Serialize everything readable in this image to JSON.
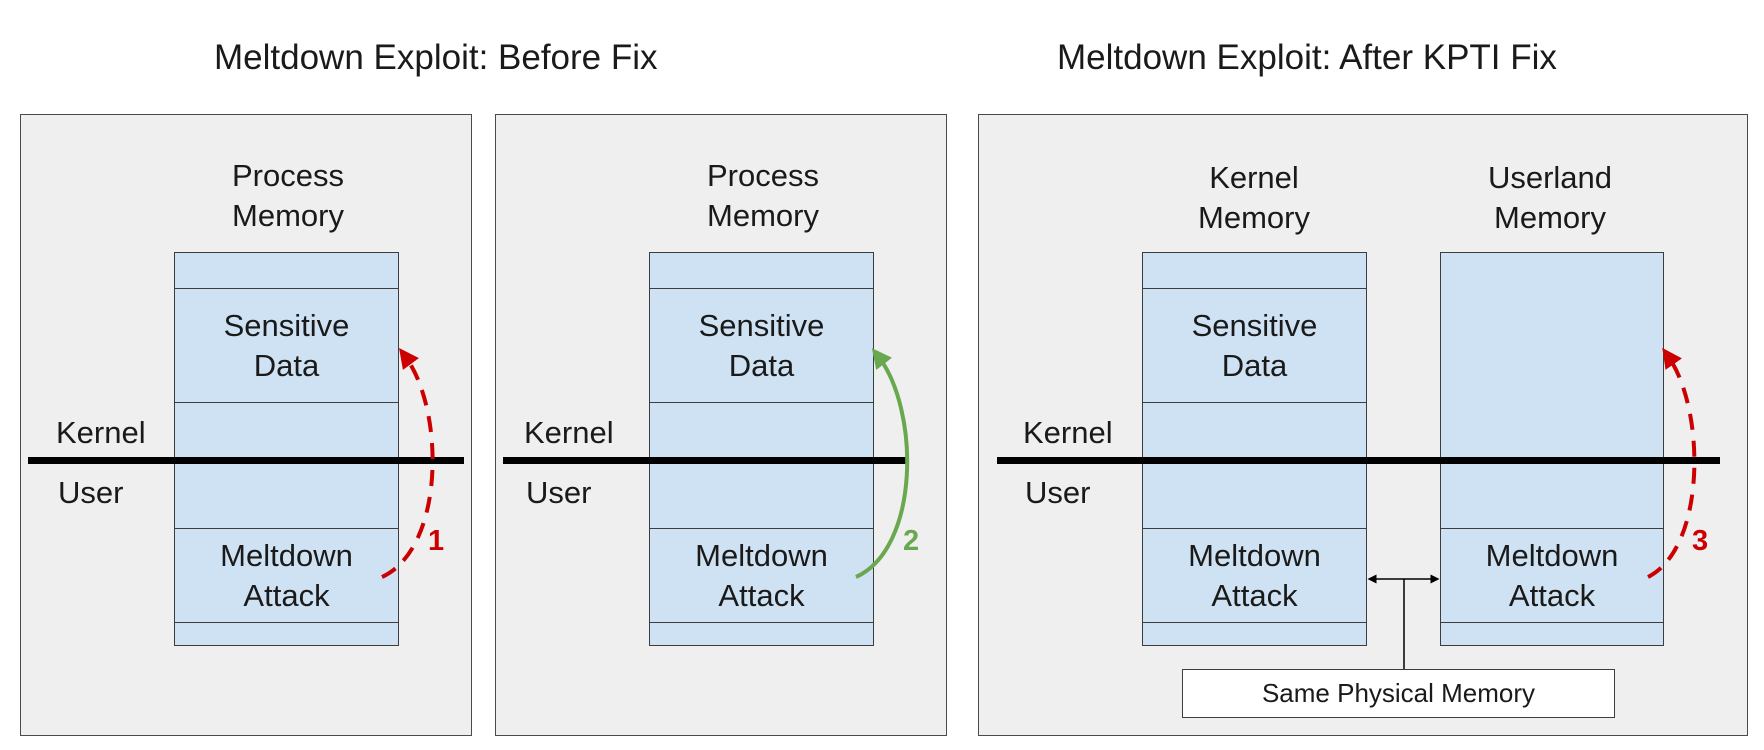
{
  "headings": {
    "before": "Meltdown Exploit: Before Fix",
    "after": "Meltdown Exploit: After KPTI Fix"
  },
  "panels": {
    "p1": {
      "memory_title": "Process\nMemory",
      "upper_cell": "Sensitive\nData",
      "lower_cell": "Meltdown\nAttack",
      "kernel_label": "Kernel",
      "user_label": "User",
      "arrow_number": "1"
    },
    "p2": {
      "memory_title": "Process\nMemory",
      "upper_cell": "Sensitive\nData",
      "lower_cell": "Meltdown\nAttack",
      "kernel_label": "Kernel",
      "user_label": "User",
      "arrow_number": "2"
    },
    "p3": {
      "kernel_memory_title": "Kernel\nMemory",
      "userland_memory_title": "Userland\nMemory",
      "upper_cell": "Sensitive\nData",
      "lower_cell_kernel": "Meltdown\nAttack",
      "lower_cell_user": "Meltdown\nAttack",
      "kernel_label": "Kernel",
      "user_label": "User",
      "arrow_number": "3",
      "same_memory_label": "Same Physical Memory"
    }
  },
  "colors": {
    "blocked_arrow": "#cc0000",
    "allowed_arrow": "#6aa84f",
    "memory_fill": "#cfe2f3",
    "panel_fill": "#efefef"
  }
}
